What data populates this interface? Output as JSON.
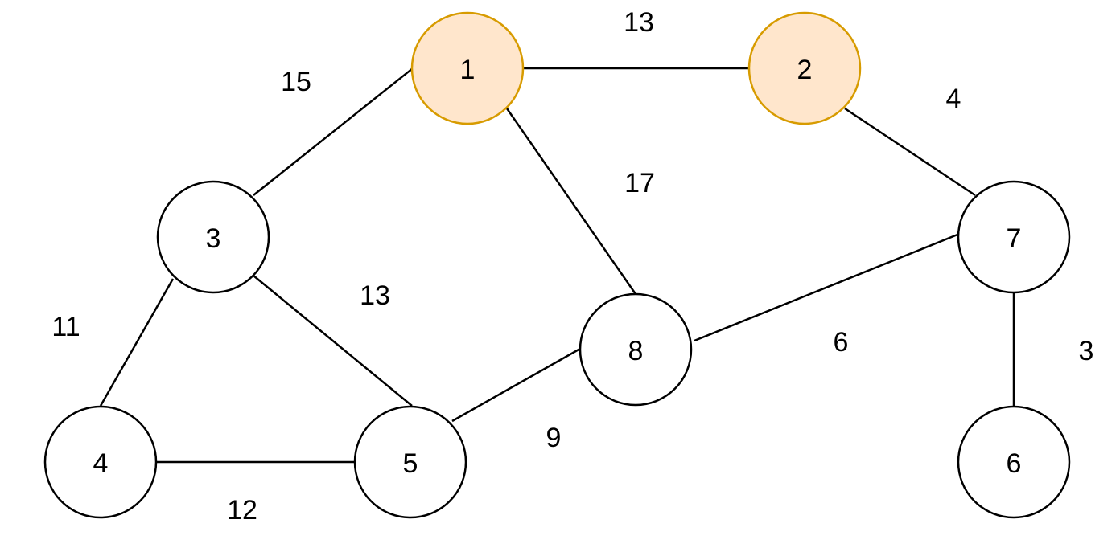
{
  "graph": {
    "nodes": [
      {
        "id": "1",
        "label": "1",
        "highlighted": true
      },
      {
        "id": "2",
        "label": "2",
        "highlighted": true
      },
      {
        "id": "3",
        "label": "3",
        "highlighted": false
      },
      {
        "id": "4",
        "label": "4",
        "highlighted": false
      },
      {
        "id": "5",
        "label": "5",
        "highlighted": false
      },
      {
        "id": "6",
        "label": "6",
        "highlighted": false
      },
      {
        "id": "7",
        "label": "7",
        "highlighted": false
      },
      {
        "id": "8",
        "label": "8",
        "highlighted": false
      }
    ],
    "edges": [
      {
        "from": "1",
        "to": "2",
        "weight": "13"
      },
      {
        "from": "1",
        "to": "3",
        "weight": "15"
      },
      {
        "from": "1",
        "to": "8",
        "weight": "17"
      },
      {
        "from": "2",
        "to": "7",
        "weight": "4"
      },
      {
        "from": "3",
        "to": "4",
        "weight": "11"
      },
      {
        "from": "3",
        "to": "5",
        "weight": "13"
      },
      {
        "from": "4",
        "to": "5",
        "weight": "12"
      },
      {
        "from": "5",
        "to": "8",
        "weight": "9"
      },
      {
        "from": "8",
        "to": "7",
        "weight": "6"
      },
      {
        "from": "7",
        "to": "6",
        "weight": "3"
      }
    ]
  },
  "colors": {
    "highlight_fill": "#ffe6cc",
    "highlight_stroke": "#d79b00",
    "node_fill": "#ffffff",
    "stroke": "#000000"
  }
}
